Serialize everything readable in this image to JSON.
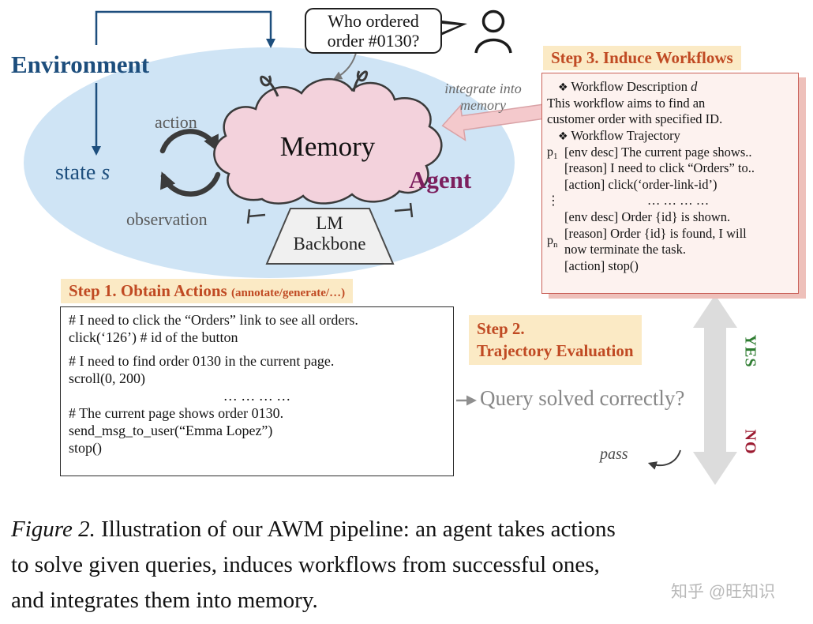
{
  "colors": {
    "env_blue": "#1d4e7d",
    "ellipse_fill": "#cfe4f5",
    "agent_purple": "#7c1f5e",
    "step_orange_text": "#c04a23",
    "step_header_bg": "#fbeac5",
    "cloud_pink": "#f3d2dc",
    "workflow_box_bg": "#fdf2ef",
    "workflow_box_border": "#c96158",
    "yes_green": "#2f7d32",
    "no_red": "#9c1b31",
    "question_gray": "#878787",
    "big_arrow_gray": "#dcdcdc"
  },
  "environment": {
    "label": "Environment",
    "state": "state ",
    "state_var": "s",
    "action": "action",
    "observation": "observation"
  },
  "agent": {
    "label": "Agent",
    "memory": "Memory",
    "lm_line1": "LM",
    "lm_line2": "Backbone",
    "integrate_line1": "integrate into",
    "integrate_line2": "memory"
  },
  "query": {
    "bubble_line1": "Who ordered",
    "bubble_line2": "order #0130?"
  },
  "step1": {
    "title": "Step 1. Obtain Actions",
    "title_note": "(annotate/generate/…)",
    "lines": [
      "# I need to click the “Orders” link to see all orders.",
      "click(‘126’) # id of the button",
      "# I need to find order 0130 in the current page.",
      "scroll(0, 200)",
      "… … … …",
      "# The current page shows order 0130.",
      "send_msg_to_user(“Emma Lopez”)",
      "stop()"
    ]
  },
  "step2": {
    "title_line1": "Step 2.",
    "title_line2": "Trajectory Evaluation",
    "question": "Query solved correctly?",
    "yes": "YES",
    "no": "NO",
    "pass": "pass"
  },
  "step3": {
    "title": "Step 3. Induce Workflows",
    "desc_bullet": "❖",
    "desc_title": " Workflow Description ",
    "desc_var": "d",
    "desc_line1": "This workflow aims to find an",
    "desc_line2": "customer order with specified ID.",
    "traj_bullet": "❖",
    "traj_title": " Workflow Trajectory",
    "p_base": "p",
    "p1_sub": "1",
    "pn_sub": "n",
    "vdots": "⋮",
    "p1_lines": [
      "[env desc] The current page shows..",
      "[reason] I need to click “Orders” to..",
      "[action] click(‘order-link-id’)"
    ],
    "dots": "… … … …",
    "pn_lines": [
      "[env desc] Order {id} is shown.",
      "[reason] Order {id} is found, I will",
      "now terminate the task.",
      "[action] stop()"
    ]
  },
  "caption": {
    "fig_label": "Figure 2.",
    "line1_rest": " Illustration of our AWM pipeline: an agent takes actions",
    "line2": "to solve given queries, induces workflows from successful ones,",
    "line3": "and integrates them into memory."
  },
  "watermark": "知乎 @旺知识"
}
